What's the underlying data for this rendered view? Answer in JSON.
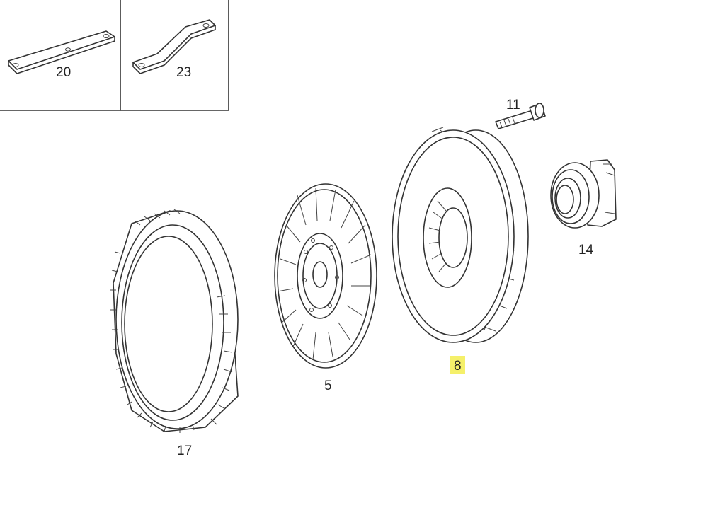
{
  "parts": [
    {
      "id": "20",
      "label": "20"
    },
    {
      "id": "23",
      "label": "23"
    },
    {
      "id": "11",
      "label": "11"
    },
    {
      "id": "14",
      "label": "14"
    },
    {
      "id": "5",
      "label": "5"
    },
    {
      "id": "8",
      "label": "8",
      "highlighted": true
    },
    {
      "id": "17",
      "label": "17"
    }
  ],
  "colors": {
    "line": "#333333",
    "background": "#ffffff",
    "highlight": "#f5f06a"
  }
}
